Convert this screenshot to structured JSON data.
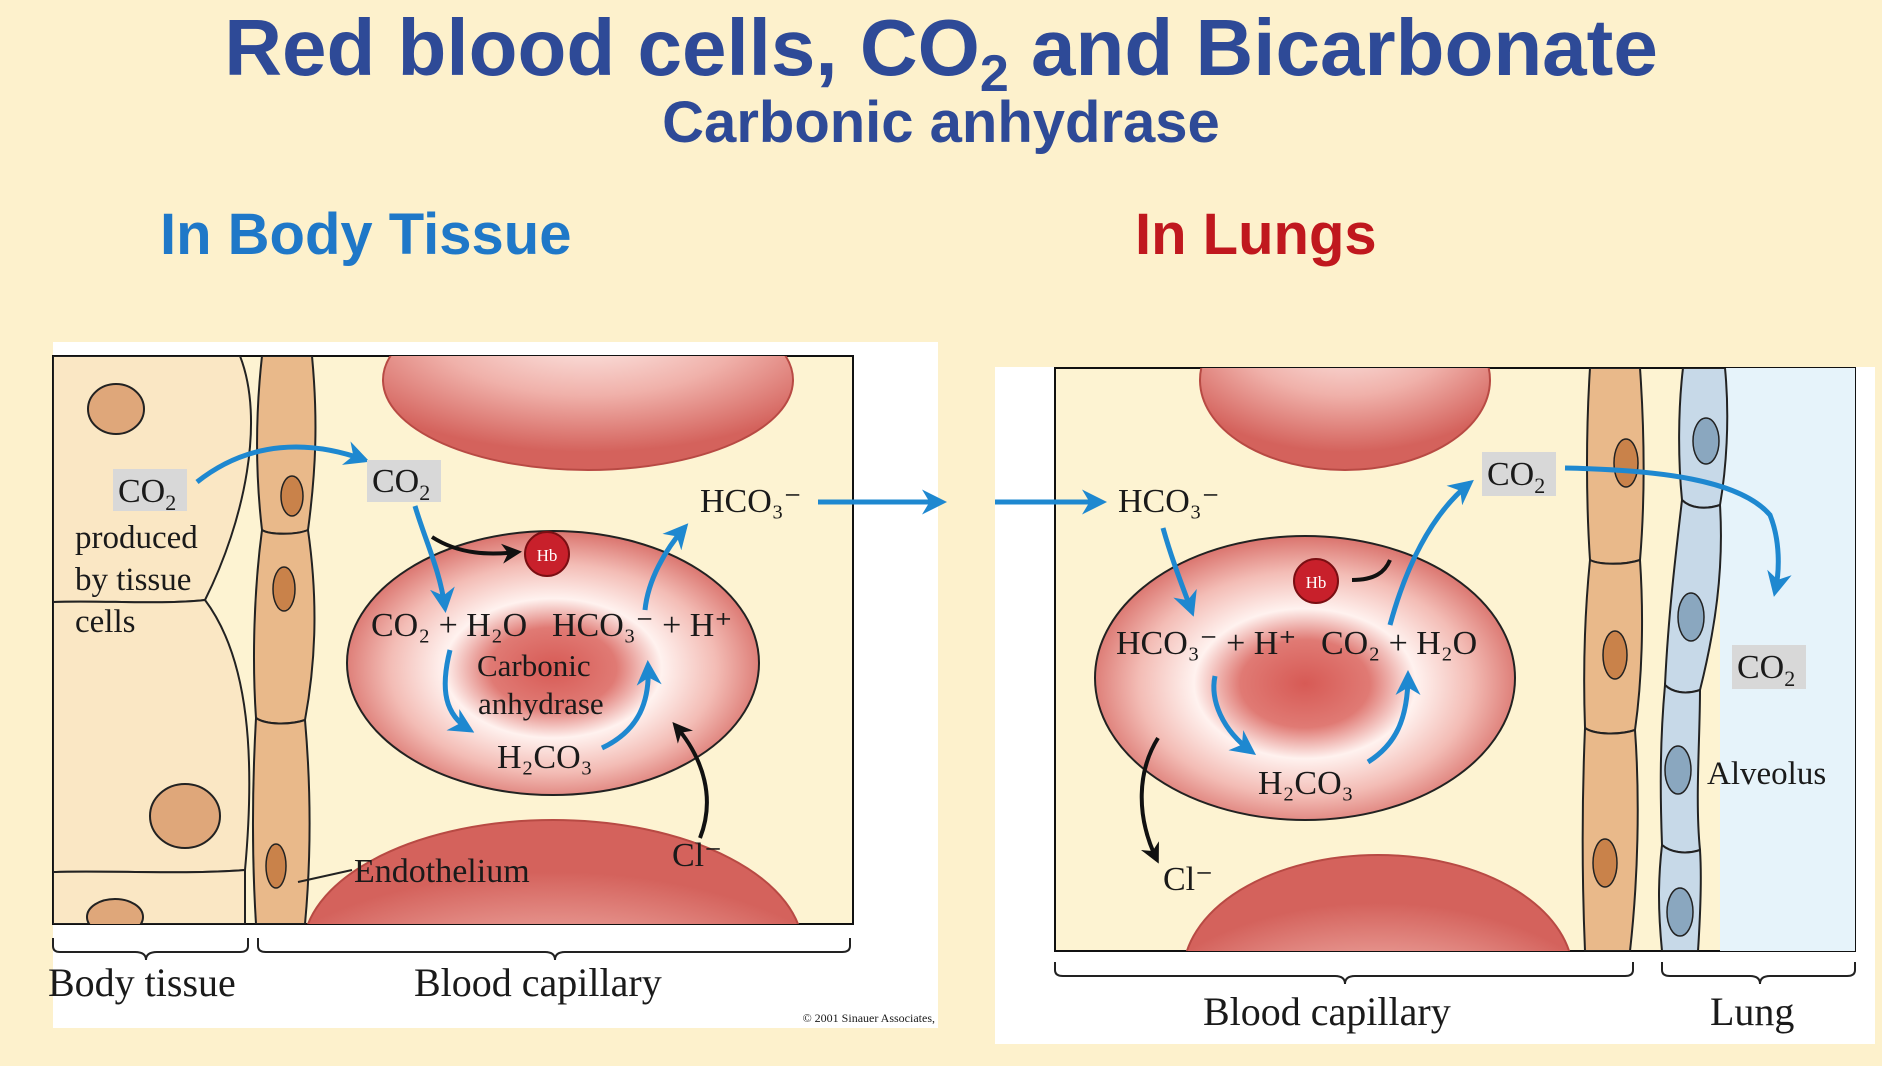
{
  "title": {
    "text_before": "Red blood cells, CO",
    "subscript": "2",
    "text_after": " and Bicarbonate"
  },
  "subtitle": "Carbonic anhydrase",
  "panels": {
    "body_tissue": {
      "heading": "In Body Tissue",
      "co2_produced": {
        "formula": "CO",
        "sub": "2",
        "caption_lines": [
          "produced",
          "by tissue",
          "cells"
        ]
      },
      "co2_capillary": {
        "formula": "CO",
        "sub": "2"
      },
      "hb": "Hb",
      "reaction_left": "CO₂ + H₂O",
      "reaction_right": "HCO₃⁻ + H⁺",
      "enzyme_lines": [
        "Carbonic",
        "anhydrase"
      ],
      "intermediate": "H₂CO₃",
      "hco3_out": "HCO₃⁻",
      "chloride": "Cl⁻",
      "endothelium": "Endothelium",
      "region_labels": [
        "Body tissue",
        "Blood capillary"
      ],
      "copyright": "© 2001 Sinauer Associates,"
    },
    "lungs": {
      "heading": "In Lungs",
      "hco3_in": "HCO₃⁻",
      "co2_out": {
        "formula": "CO",
        "sub": "2"
      },
      "hb": "Hb",
      "reaction_left": "HCO₃⁻ + H⁺",
      "reaction_right": "CO₂ + H₂O",
      "intermediate": "H₂CO₃",
      "chloride": "Cl⁻",
      "co2_alveolus": {
        "formula": "CO",
        "sub": "2"
      },
      "alveolus": "Alveolus",
      "region_labels": [
        "Blood capillary",
        "Lung"
      ]
    }
  },
  "colors": {
    "heading_blue": "#2e4a97",
    "body_tissue_heading": "#1f78c8",
    "lungs_heading": "#c0181e",
    "arrow_blue": "#1e88d0",
    "rbc_red": "#d9665f",
    "hb_red": "#c8202b"
  }
}
